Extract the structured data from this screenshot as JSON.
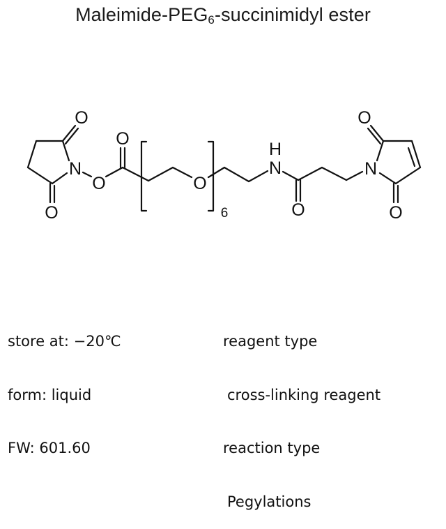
{
  "title": {
    "prefix": "Maleimide-PEG",
    "subscript": "6",
    "suffix": "-succinimidyl ester"
  },
  "structure": {
    "atoms": {
      "succinimide_o_top": "O",
      "succinimide_n": "N",
      "succinimide_o_bottom": "O",
      "ester_o": "O",
      "carbonyl_o": "O",
      "peg_o": "O",
      "repeat_count": "6",
      "amide_h": "H",
      "amide_n": "N",
      "amide_o": "O",
      "maleimide_o_top": "O",
      "maleimide_n": "N",
      "maleimide_o_bottom": "O"
    },
    "line_color": "#111111"
  },
  "properties": {
    "left": [
      {
        "label": "store at: −20℃"
      },
      {
        "label": "form: liquid"
      },
      {
        "label": "FW: 601.60"
      }
    ],
    "right": [
      {
        "label": "reagent type"
      },
      {
        "label": "cross-linking reagent"
      },
      {
        "label": "reaction type"
      },
      {
        "label": "Pegylations"
      }
    ]
  }
}
